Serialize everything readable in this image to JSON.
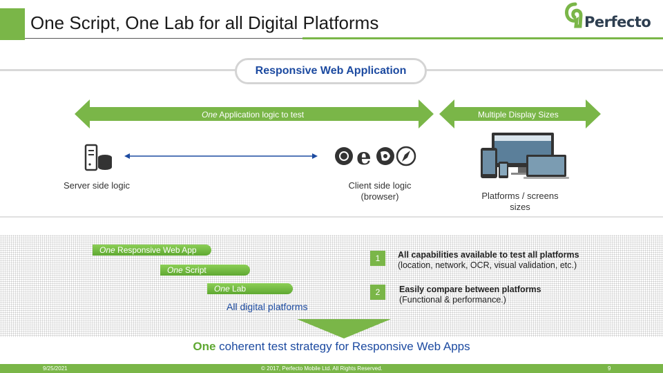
{
  "header": {
    "title": "One Script, One Lab for all Digital Platforms",
    "logo_text": "Perfecto"
  },
  "pill_label": "Responsive Web Application",
  "arrows": {
    "left_italic": "One",
    "left_rest": " Application logic to test",
    "right": "Multiple Display Sizes"
  },
  "server_label": "Server side logic",
  "client_label": "Client side logic (browser)",
  "platforms_label": "Platforms / screens sizes",
  "bars": [
    {
      "italic": "One",
      "rest": " Responsive Web App"
    },
    {
      "italic": "One",
      "rest": " Script"
    },
    {
      "italic": "One",
      "rest": " Lab"
    }
  ],
  "all_platforms": "All digital platforms",
  "capabilities": [
    {
      "num": "1",
      "bold": "All capabilities available to test all platforms",
      "detail": "(location, network, OCR, visual validation, etc.)"
    },
    {
      "num": "2",
      "bold": "Easily compare between platforms",
      "detail": "(Functional & performance.)"
    }
  ],
  "tagline": {
    "one": "One",
    "rest": " coherent test strategy for Responsive Web Apps"
  },
  "footer": {
    "date": "9/25/2021",
    "copyright": "© 2017, Perfecto Mobile Ltd. All Rights Reserved.",
    "page": "9"
  },
  "colors": {
    "brand_green": "#7ab648",
    "heading_blue": "#1c4aa0"
  }
}
